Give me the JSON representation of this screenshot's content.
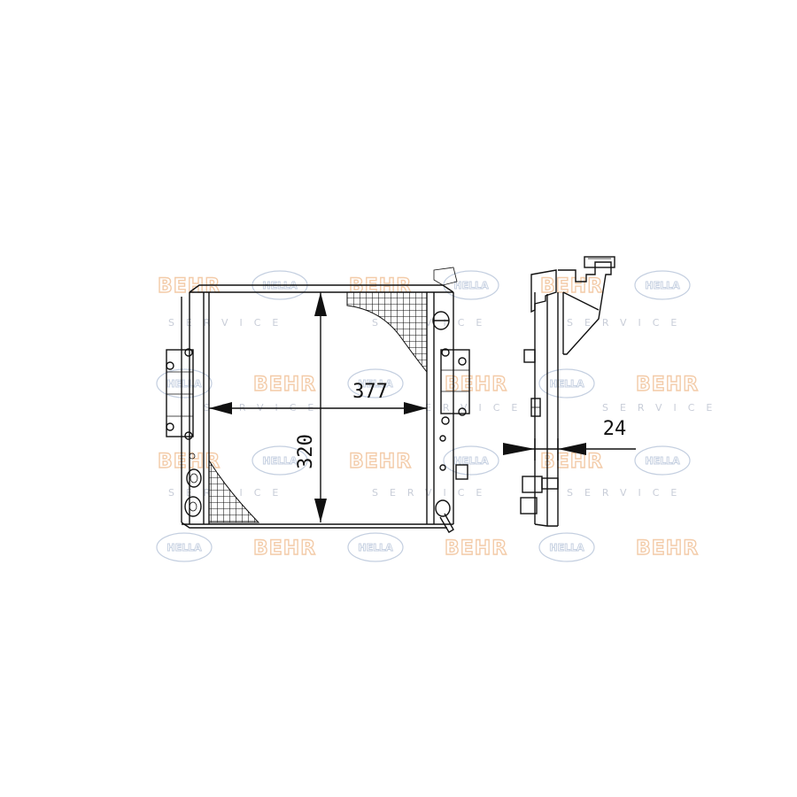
{
  "drawing": {
    "dimensions": {
      "width_label": "377",
      "height_label": "320",
      "depth_label": "24"
    },
    "watermark": {
      "brand_behr": "BEHR",
      "brand_hella": "HELLA",
      "service_word": "SERVICE",
      "behr_color": "#f3cba8",
      "hella_color": "#c4cfe0"
    }
  }
}
